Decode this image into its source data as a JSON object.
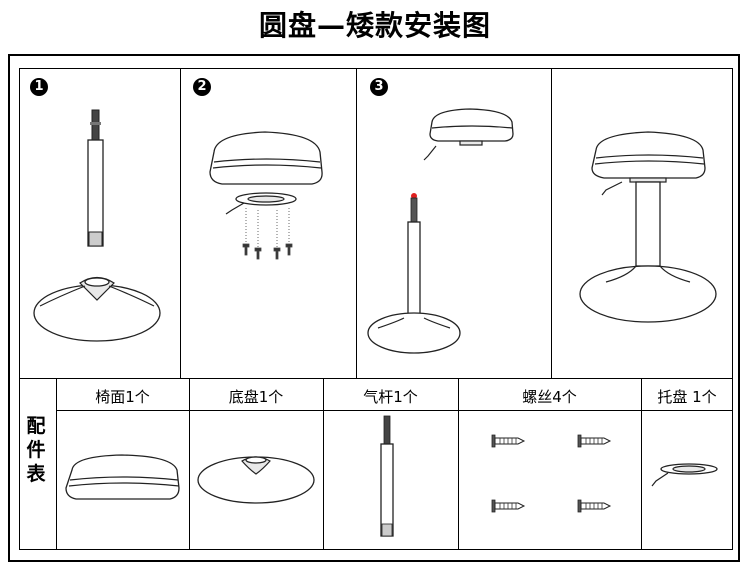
{
  "title": "圆盘—矮款安装图",
  "steps": [
    {
      "number": "1"
    },
    {
      "number": "2"
    },
    {
      "number": "3"
    }
  ],
  "parts_section_label": "配件表",
  "parts": [
    {
      "label": "椅面1个"
    },
    {
      "label": "底盘1个"
    },
    {
      "label": "气杆1个"
    },
    {
      "label": "螺丝4个"
    },
    {
      "label": "托盘 1个"
    }
  ],
  "colors": {
    "line": "#222222",
    "marker": "#e02020"
  }
}
